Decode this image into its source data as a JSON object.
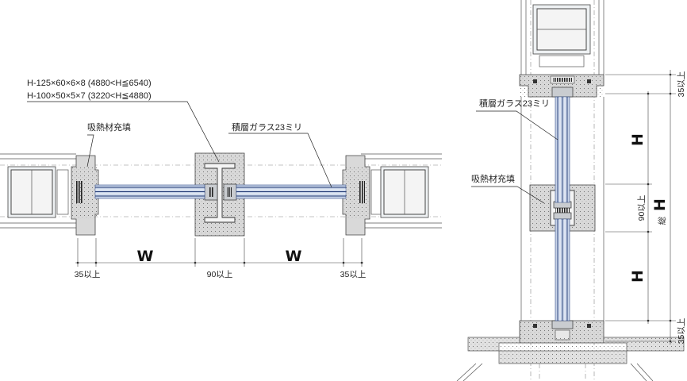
{
  "plan_view": {
    "steel_spec_1": "H-125×60×6×8 (4880<H≦6540)",
    "steel_spec_2": "H-100×50×5×7 (3220<H≦4880)",
    "insulation_label": "吸熱材充填",
    "glass_label": "積層ガラス23ミリ",
    "dim_left": "35以上",
    "dim_width_1": "W",
    "dim_center": "90以上",
    "dim_width_2": "W",
    "dim_right": "35以上"
  },
  "section_view": {
    "glass_label": "積層ガラス23ミリ",
    "insulation_label": "吸熱材充填",
    "dim_top": "35以上",
    "dim_height_1": "H",
    "dim_center": "90以上",
    "dim_total_height": "H",
    "dim_total_suffix": "総",
    "dim_height_2": "H",
    "dim_bottom": "35以上"
  },
  "colors": {
    "glass": "#c7d3e8",
    "glass_line": "#243c75",
    "insulation": "#d9d9d9",
    "frame": "#eef1f3"
  }
}
